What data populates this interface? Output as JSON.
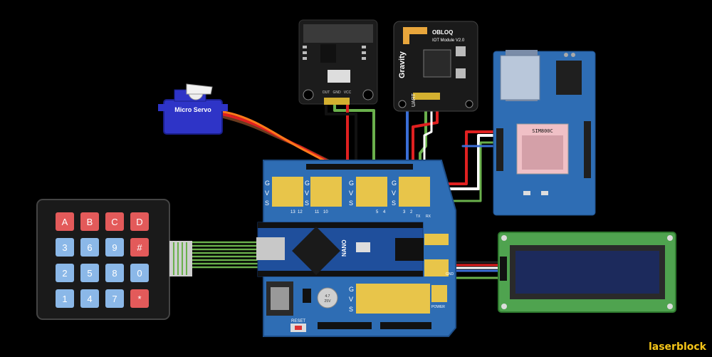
{
  "servo": {
    "label": "Micro Servo"
  },
  "iot": {
    "brand": "Gravity",
    "name": "OBLOQ",
    "subtitle": "IOT Module V2.0",
    "uart": "UART"
  },
  "relay": {
    "pin1": "OUT",
    "pin2": "GND",
    "pin3": "VCC"
  },
  "gsm": {
    "chip": "SIM800C"
  },
  "shield": {
    "gvs": [
      "G",
      "V",
      "S"
    ],
    "pins_left": [
      "13",
      "12"
    ],
    "pins_mid": [
      "11",
      "10"
    ],
    "pins_right": [
      "5",
      "4"
    ],
    "pins_tx": [
      "3",
      "2"
    ],
    "tx": "TX",
    "rx": "RX",
    "nano": "NANO",
    "reset": "RESET",
    "power": "POWER",
    "gnd": "GND",
    "cap": [
      "4.7",
      "25V"
    ]
  },
  "keypad": {
    "keys": [
      {
        "label": "A",
        "color": "#e35a5a"
      },
      {
        "label": "B",
        "color": "#e35a5a"
      },
      {
        "label": "C",
        "color": "#e35a5a"
      },
      {
        "label": "D",
        "color": "#e35a5a"
      },
      {
        "label": "3",
        "color": "#8bb8e8"
      },
      {
        "label": "6",
        "color": "#8bb8e8"
      },
      {
        "label": "9",
        "color": "#8bb8e8"
      },
      {
        "label": "#",
        "color": "#e35a5a"
      },
      {
        "label": "2",
        "color": "#8bb8e8"
      },
      {
        "label": "5",
        "color": "#8bb8e8"
      },
      {
        "label": "8",
        "color": "#8bb8e8"
      },
      {
        "label": "0",
        "color": "#8bb8e8"
      },
      {
        "label": "1",
        "color": "#8bb8e8"
      },
      {
        "label": "4",
        "color": "#8bb8e8"
      },
      {
        "label": "7",
        "color": "#8bb8e8"
      },
      {
        "label": "*",
        "color": "#e35a5a"
      }
    ]
  },
  "watermark": "laserblock",
  "colors": {
    "board": "#2e6db4",
    "lcd_pcb": "#4fa34f",
    "lcd_screen": "#1c2a5c",
    "wire_green": "#6ab04c",
    "wire_red": "#e02020"
  }
}
